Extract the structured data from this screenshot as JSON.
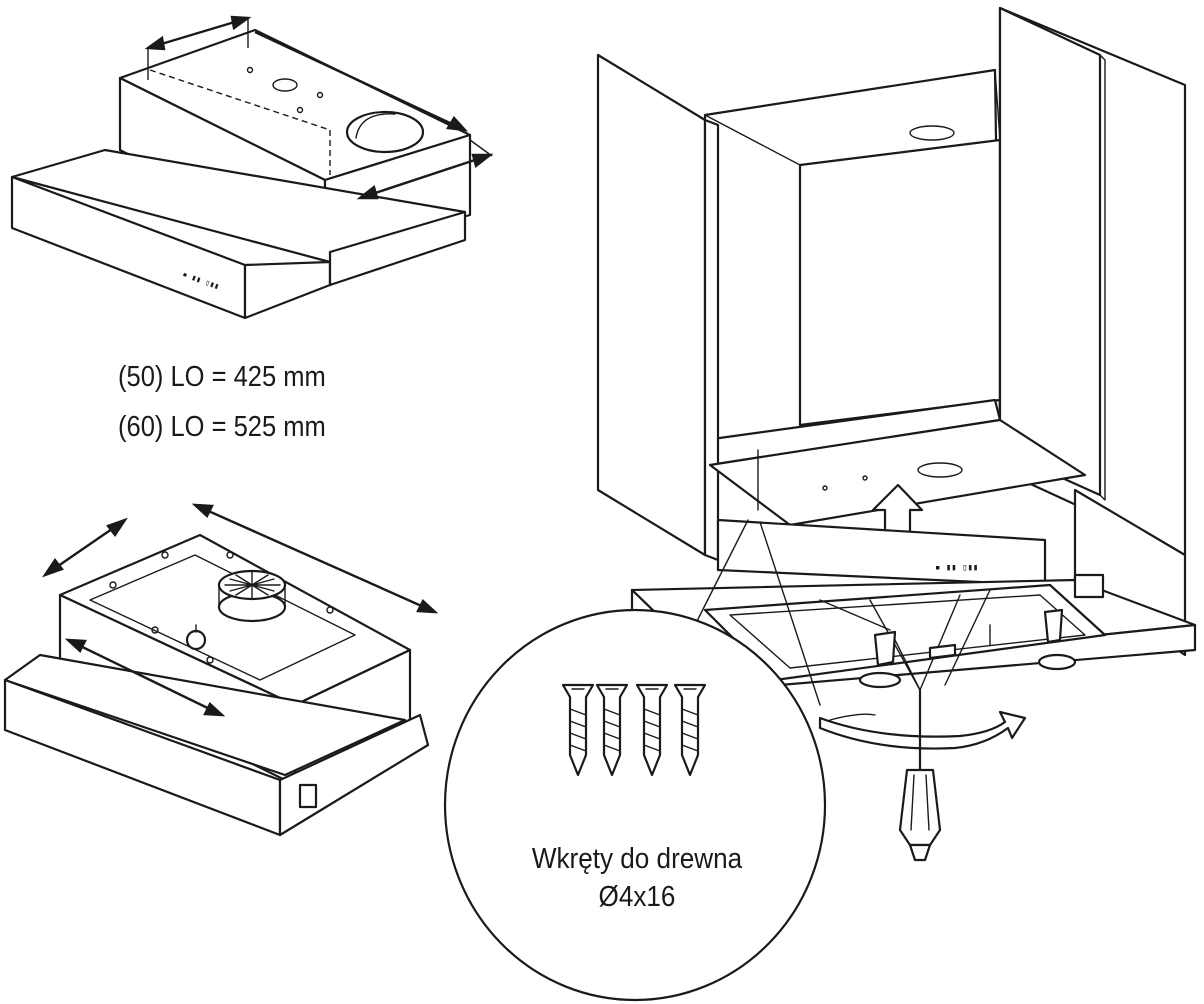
{
  "dimensions": {
    "lo_50": "(50) LO = 425 mm",
    "lo_60": "(60) LO = 525 mm"
  },
  "screws": {
    "name": "Wkręty do drewna",
    "size": "Ø4x16",
    "count": 4
  },
  "colors": {
    "line": "#1a1a1a",
    "background": "#ffffff"
  }
}
